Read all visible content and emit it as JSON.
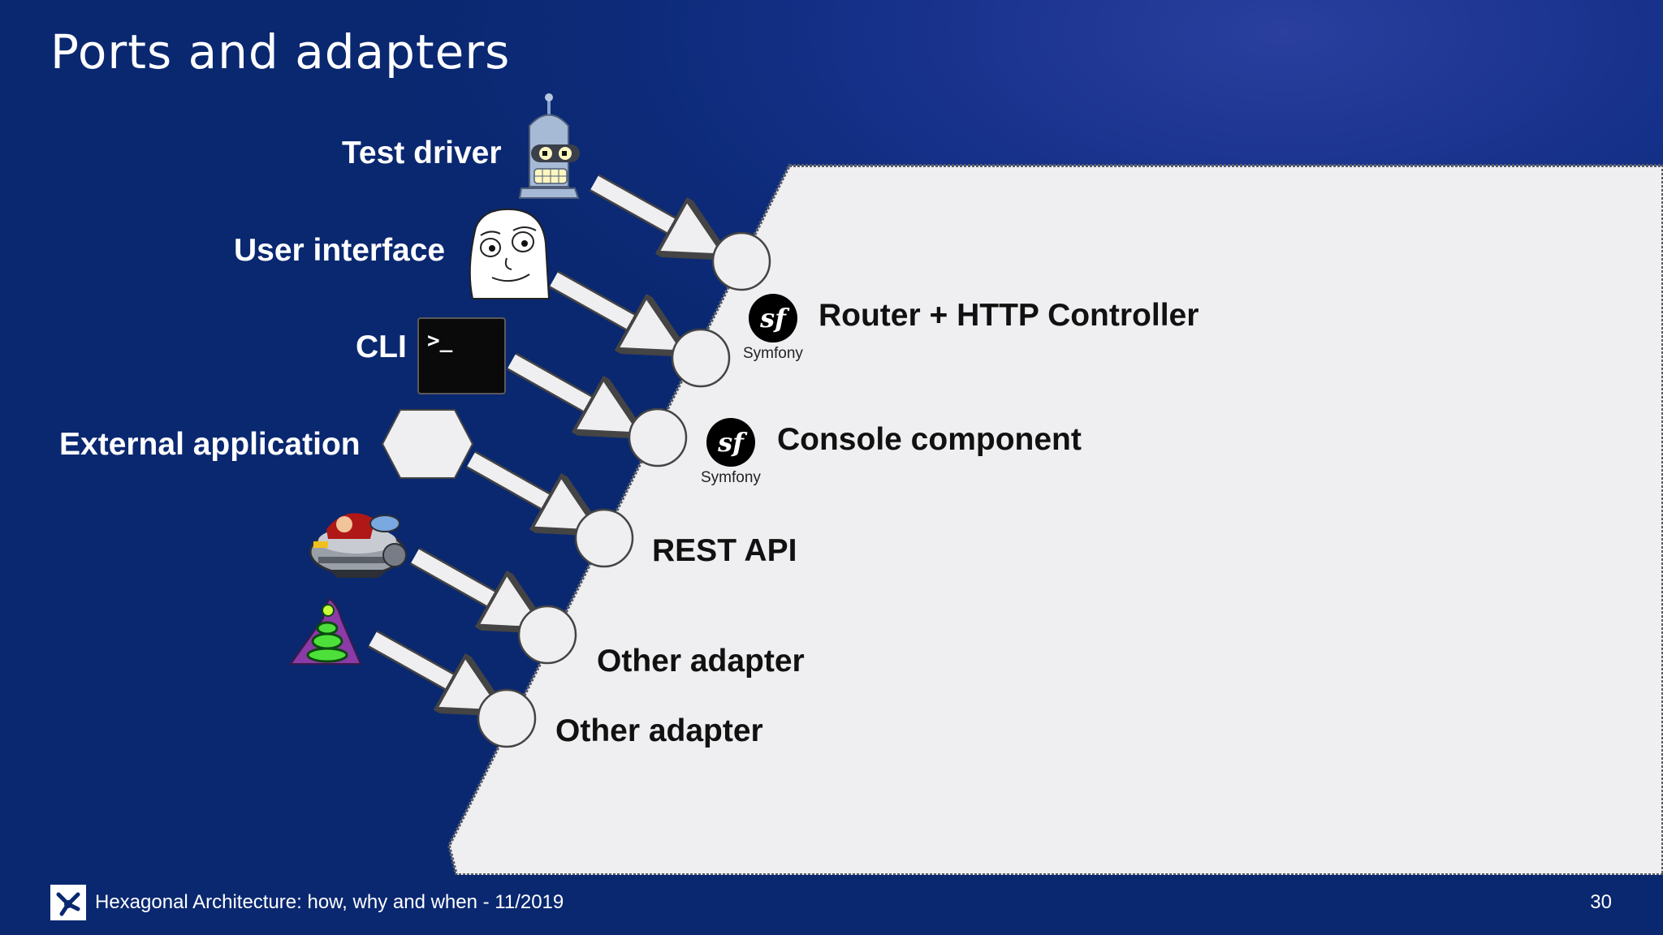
{
  "slide": {
    "title": "Ports and adapters",
    "footer": {
      "text": "Hexagonal Architecture: how, why and when - 11/2019",
      "page_number": "30"
    }
  },
  "diagram": {
    "sources": [
      {
        "label": "Test driver",
        "icon": "robot-icon"
      },
      {
        "label": "User interface",
        "icon": "meme-face-icon"
      },
      {
        "label": "CLI",
        "icon": "terminal-icon",
        "icon_text": ">_"
      },
      {
        "label": "External application",
        "icon": "hexagon-icon"
      },
      {
        "label": "",
        "icon": "hovercraft-sprite-icon"
      },
      {
        "label": "",
        "icon": "purple-tentacle-icon"
      }
    ],
    "ports": [
      {
        "label": "Router + HTTP Controller",
        "logo": "symfony-logo",
        "logo_caption": "Symfony"
      },
      {
        "label": "Console component",
        "logo": "symfony-logo",
        "logo_caption": "Symfony"
      },
      {
        "label": "REST API"
      },
      {
        "label": "Other adapter"
      },
      {
        "label": "Other adapter"
      }
    ],
    "logo_glyph": "sf",
    "colors": {
      "background": "#0c2a78",
      "application_area": "#efeff1",
      "arrow": "#efeff1",
      "footer": "#0a2870"
    }
  }
}
